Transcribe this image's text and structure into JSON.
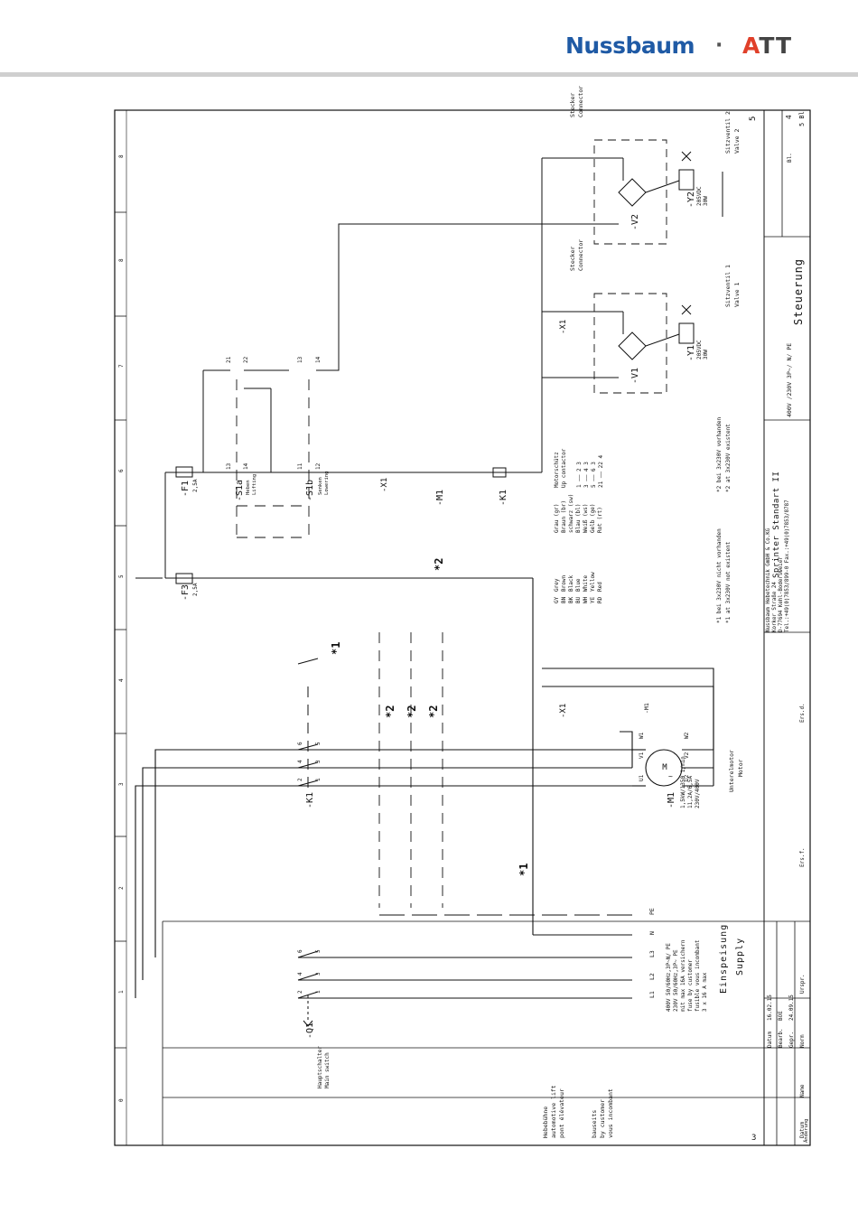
{
  "header": {
    "brand_left": "Nussbaum",
    "separator": "·",
    "brand_right": "ATT"
  },
  "page": {
    "corner_left": "3",
    "corner_right": "5"
  },
  "grid_columns": [
    "0",
    "1",
    "2",
    "3",
    "4",
    "5",
    "6",
    "7",
    "8",
    "8"
  ],
  "legend_left": {
    "hebebuhne": [
      "Hebebühne",
      "automotive lift",
      "pont élévateur"
    ],
    "bauseits": [
      "bauseits",
      "by customer",
      "vous incombant"
    ]
  },
  "main_switch": {
    "tag": "-Q1",
    "name": [
      "Hauptschalter",
      "Main switch"
    ]
  },
  "supply": {
    "phases": [
      "L1",
      "L2",
      "L3",
      "N",
      "PE"
    ],
    "spec": [
      "400V 50/60Hz,3P~N/ PE",
      "230V 50/60Hz,3P~ PE",
      "mit max 16A versichern",
      "fuse by customer",
      "fusible vous incombant",
      "3 x 16 A max"
    ],
    "title_de": "Einspeisung",
    "title_en": "Supply"
  },
  "contactor_main": {
    "tag": "-K1"
  },
  "motor": {
    "tag": "-M1",
    "symbol": "M",
    "tilde": "~",
    "spec": [
      "1,5kW/1350 1/min",
      "11,2A/6,5A",
      "230V/400V"
    ],
    "name_de": "Unterelmotor",
    "name_en": "Motor",
    "terminals": [
      "U1",
      "V1",
      "W1",
      "U2",
      "V2",
      "W2"
    ],
    "thermal": "-M1"
  },
  "fuses": [
    {
      "tag": "-F1",
      "rating": "2,5A"
    },
    {
      "tag": "-F3",
      "rating": "2,5A"
    }
  ],
  "switches": [
    {
      "tag": "-S1a",
      "name": [
        "Heben",
        "Lifting"
      ]
    },
    {
      "tag": "-S1b",
      "name": [
        "Senken",
        "Lowering"
      ]
    }
  ],
  "connector_x1": "-X1",
  "valves": [
    {
      "tag": "-Y1",
      "bridge": "-V1",
      "spec": [
        "205VDC",
        "30W"
      ],
      "name": [
        "Sitzventil 1",
        "Valve 1"
      ]
    },
    {
      "tag": "-Y2",
      "bridge": "-V2",
      "spec": [
        "205VDC",
        "30W"
      ],
      "name": [
        "Sitzventil 2",
        "Valve 2"
      ]
    }
  ],
  "connector_label": [
    "Stecker",
    "Connector"
  ],
  "markers": {
    "star1": "*1",
    "star2": "*2"
  },
  "color_codes": [
    [
      "GY",
      "Grey",
      "Grau (gr)"
    ],
    [
      "BN",
      "Brown",
      "Braun (br)"
    ],
    [
      "BK",
      "Black",
      "schwarz (sw)"
    ],
    [
      "BU",
      "Blue",
      "Blau (bl)"
    ],
    [
      "WH",
      "White",
      "Weiß (ws)"
    ],
    [
      "YE",
      "Yellow",
      "Gelb (ge)"
    ],
    [
      "RD",
      "Red",
      "Rot (rt)"
    ]
  ],
  "motor_contactor_table": {
    "title": [
      "Motorschütz",
      "Up contactor"
    ],
    "rows": [
      "1 —— 2   3",
      "3 —— 4   3",
      "5 —— 6   3",
      "21 —— 22  4"
    ]
  },
  "notes": {
    "star1": [
      "*1  bei 3x230V nicht vorhanden",
      "*1  at 3x230V not existent"
    ],
    "star2": [
      "*2  bei 3x230V vorhanden",
      "*2  at 3x230V existent"
    ]
  },
  "title_block": {
    "company": [
      "Nussbaum Hebetechnik GmbH & Co.KG",
      "Korker Straße 24",
      "D-77694 Kehl-Bodersweier",
      "Tel.:+49(0)7853/899-0   Fax.:+49(0)7853/8787"
    ],
    "project": "Sprinter Standart II",
    "voltage": "400V /230V  3P~/ N/ PE",
    "drawing": "Steuerung",
    "datum": "16.02.15",
    "bearb": "BOE",
    "gepr": "24.09.15",
    "labels": [
      "Datum",
      "Bearb.",
      "Gepr.",
      "Norm",
      "Name",
      "Datum",
      "Änderung",
      "Urspr.",
      "Ers.f.",
      "Ers.d."
    ],
    "sheet_label": "Bl.",
    "sheet_no": "4",
    "sheet_total": "5 Bl"
  }
}
